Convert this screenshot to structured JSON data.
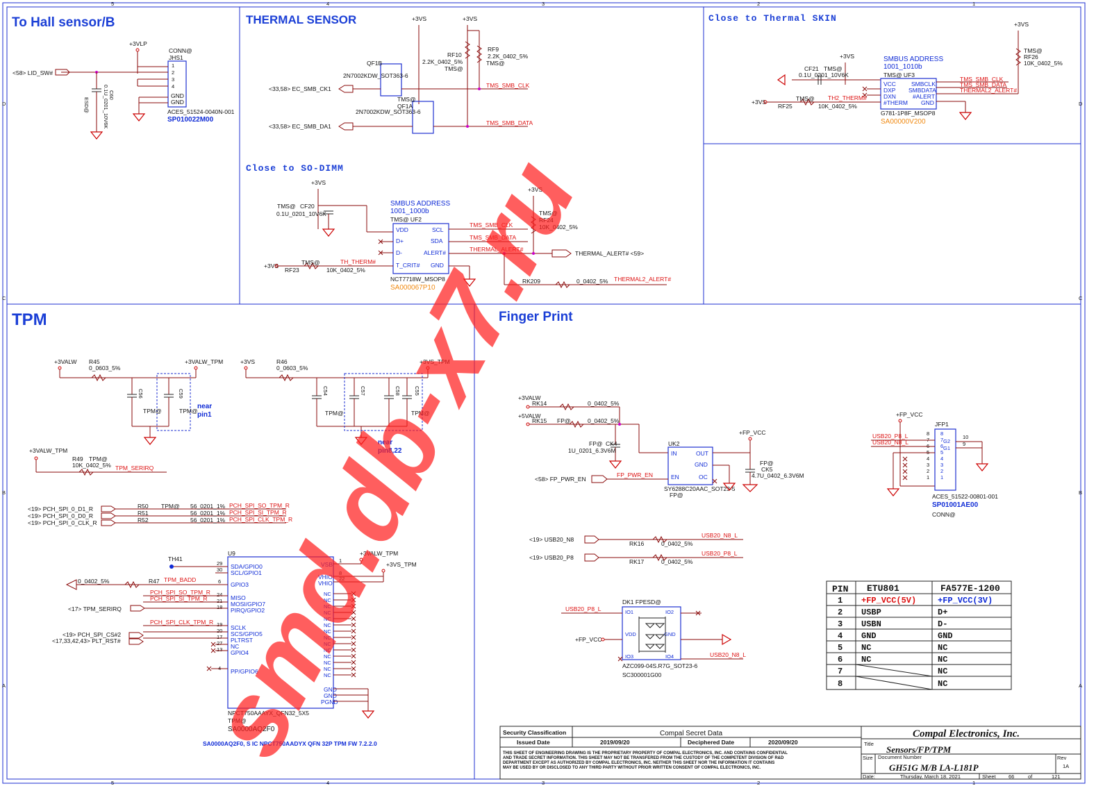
{
  "sections": {
    "hall": "To Hall sensor/B",
    "thermal": "THERMAL SENSOR",
    "skin": "Close to Thermal SKIN",
    "sodimm": "Close to SO-DIMM",
    "tpm": "TPM",
    "fp": "Finger Print"
  },
  "hall": {
    "vlp": "+3VLP",
    "conn": "CONN@",
    "jhs1": "JHS1",
    "net": "<58>  LID_SW#",
    "cap": "C60",
    "capval": "0.1U_0201_10V6K",
    "esd": "ESD@",
    "gnd1": "GND",
    "gnd2": "GND",
    "part": "ACES_51524-0040N-001",
    "pn": "SP010022M00"
  },
  "thermal": {
    "v1": "+3VS",
    "v2": "+3VS",
    "qf1b": "QF1B",
    "qf1a": "QF1A",
    "tms1": "TMS@",
    "tms2": "TMS@",
    "q": "2N7002KDW_SOT363-6",
    "rf10": "RF10",
    "rf10v": "2.2K_0402_5%",
    "rf9": "RF9",
    "rf9v": "2.2K_0402_5%",
    "in1": "<33,58>  EC_SMB_CK1",
    "in2": "<33,58>  EC_SMB_DA1",
    "out1": "TMS_SMB_CLK",
    "out2": "TMS_SMB_DATA"
  },
  "skin": {
    "v1": "+3VS",
    "v2": "+3VS",
    "v3": "+3VS",
    "cf21": "CF21",
    "cf21v": "0.1U_0201_10V6K",
    "tms": "TMS@",
    "addr": "SMBUS ADDRESS",
    "addrv": "1001_1010b",
    "uf3": "TMS@   UF3",
    "pins_l": [
      "VCC",
      "DXP",
      "DXN",
      "#THERM"
    ],
    "pins_r": [
      "SMBCLK",
      "SMBDATA",
      "#ALERT",
      "GND"
    ],
    "nets_r": [
      "TMS_SMB_CLK",
      "TMS_SMB_DATA",
      "THERMAL2_ALERT#"
    ],
    "rf25": "RF25",
    "rf25v": "10K_0402_5%",
    "th2": "TH2_THERM#",
    "rf26": "RF26",
    "rf26v": "10K_0402_5%",
    "part": "G781-1P8F_MSOP8",
    "pn": "SA00000V200"
  },
  "sodimm": {
    "v1": "+3VS",
    "v2": "+3VS",
    "v3": "+3VS",
    "cf20": "CF20",
    "cf20v": "0.1U_0201_10V6K",
    "addr": "SMBUS ADDRESS",
    "addrv": "1001_1000b",
    "uf2": "TMS@   UF2",
    "pins_l": [
      "VDD",
      "D+",
      "D-",
      "T_CRIT#"
    ],
    "pins_r": [
      "SCL",
      "SDA",
      "ALERT#",
      "GND"
    ],
    "nets_r": [
      "TMS_SMB_CLK",
      "TMS_SMB_DATA",
      "THERMAL_ALERT#"
    ],
    "alert_out": "THERMAL_ALERT#  <59>",
    "rf23": "RF23",
    "rf23v": "10K_0402_5%",
    "th": "TH_THERM#",
    "rf24": "RF24",
    "rf24v": "10K_0402_5%",
    "rk209": "RK209",
    "rk209v": "0_0402_5%",
    "th2": "THERMAL2_ALERT#",
    "part": "NCT7718W_MSOP8",
    "pn": "SA000067P10"
  },
  "tpm": {
    "v1": "+3VALW",
    "v2": "+3VALW_TPM",
    "v3": "+3VS",
    "v4": "+3VS_TPM",
    "r45": "R45",
    "r45v": "0_0603_5%",
    "r46": "R46",
    "r46v": "0_0603_5%",
    "caps": [
      "C56",
      "C59",
      "C54",
      "C57",
      "C58",
      "C55"
    ],
    "near1": "near",
    "near1b": "pin1",
    "near2": "near",
    "near2b": "pin8,22",
    "r49": "R49",
    "r49v": "10K_0402_5%",
    "serirq": "TPM_SERIRQ",
    "spi": [
      "<19>  PCH_SPI_0_D1_R",
      "<19>  PCH_SPI_0_D0_R",
      "<19>  PCH_SPI_0_CLK_R"
    ],
    "spi_r": [
      "R50",
      "R51",
      "R52"
    ],
    "spi_v": "56_0201_1%",
    "spi_out": [
      "PCH_SPI_SO_TPM_R",
      "PCH_SPI_SI_TPM_R",
      "PCH_SPI_CLK_TPM_R"
    ],
    "u9": "U9",
    "th41": "TH41",
    "u9_left": [
      "SDA/GPIO0",
      "SCL/GPIO1",
      "GPIO3",
      "MISO",
      "MOSI/GPIO7",
      "PIRQ/GPIO2",
      "SCLK",
      "SCS/GPIO5",
      "PLTRST",
      "NC",
      "GPIO4",
      "PP/GPIO6"
    ],
    "u9_right": [
      "VSB",
      "VHIO",
      "VHIO",
      "NC",
      "GND",
      "GND",
      "PGND"
    ],
    "badd": "TPM_BADD",
    "r47": "R47",
    "r47v": "0_0402_5%",
    "serirq_in": "<17>  TPM_SERIRQ",
    "cs": "<19>  PCH_SPI_CS#2",
    "plt": "<17,33,42,43>  PLT_RST#",
    "part": "NPCT750AAAYX_QFN32_5X5",
    "tms": "TPM@",
    "pn": "SA0000AQ2F0",
    "note": "SA0000AQ2F0, S IC NPCT750AADYX QFN 32P TPM FW 7.2.2.0"
  },
  "fp": {
    "v1": "+3VALW",
    "v2": "+5VALW",
    "v3": "+FP_VCC",
    "v4": "+FP_VCC",
    "rk14": "RK14",
    "rk15": "RK15",
    "rkv": "0_0402_5%",
    "ck4": "CK4",
    "ck4v": "1U_0201_6.3V6M",
    "ck5": "CK5",
    "ck5v": "4.7U_0402_6.3V6M",
    "uk2": "UK2",
    "uk2pins": [
      "IN",
      "OUT",
      "GND",
      "EN",
      "OC"
    ],
    "uk2part": "SY6288C20AAC_SOT23-5",
    "fptag": "FP@",
    "pwr": "<58>  FP_PWR_EN",
    "pwr_net": "FP_PWR_EN",
    "usbn": "<19>  USB20_N8",
    "usbp": "<19>  USB20_P8",
    "rk16": "RK16",
    "rk17": "RK17",
    "usbn_out": "USB20_N8_L",
    "usbp_out": "USB20_P8_L",
    "dk1": "DK1 FPESD@",
    "dk1part": "AZC099-04S.R7G_SOT23-6",
    "dk1pn": "SC300001G00",
    "dk1_net_l": "USB20_P8_L",
    "dk1_vcc": "+FP_VCC",
    "dk1_net_r": "USB20_N8_L",
    "jfp1": "JFP1",
    "jfp_part": "ACES_51522-00801-001",
    "jfp_pn": "SP01001AE00",
    "jfp_conn": "CONN@",
    "jfp_nets": [
      "USB20_P8_L",
      "USB20_N8_L"
    ]
  },
  "pin_table": {
    "headers": [
      "PIN",
      "ETU801",
      "FA577E-1200"
    ],
    "rows": [
      [
        "1",
        "+FP_VCC(5V)",
        "+FP_VCC(3V)"
      ],
      [
        "2",
        "USBP",
        "D+"
      ],
      [
        "3",
        "USBN",
        "D-"
      ],
      [
        "4",
        "GND",
        "GND"
      ],
      [
        "5",
        "NC",
        "NC"
      ],
      [
        "6",
        "NC",
        "NC"
      ],
      [
        "7",
        "",
        "NC"
      ],
      [
        "8",
        "",
        "NC"
      ]
    ]
  },
  "title_block": {
    "sec": "Security Classification",
    "sec_v": "Compal Secret Data",
    "issued": "Issued Date",
    "issued_v": "2019/09/20",
    "decip": "Deciphered Date",
    "decip_v": "2020/09/20",
    "company": "Compal Electronics, Inc.",
    "title_l": "Title",
    "title": "Sensors/FP/TPM",
    "docnum_l": "Document Number",
    "size_l": "Size",
    "rev_l": "Rev",
    "rev": "1A",
    "doc": "GH51G M/B LA-L181P",
    "date_l": "Date:",
    "date": "Thursday, March 18, 2021",
    "sheet_l": "Sheet",
    "sheet": "66",
    "of": "of",
    "total": "121",
    "legal": [
      "THIS SHEET OF ENGINEERING DRAWING IS THE PROPRIETARY PROPERTY OF COMPAL ELECTRONICS, INC. AND CONTAINS CONFIDENTIAL",
      "AND TRADE SECRET INFORMATION. THIS SHEET MAY NOT BE TRANSFERED FROM THE CUSTODY OF THE COMPETENT DIVISION OF R&D",
      "DEPARTMENT EXCEPT AS AUTHORIZED BY COMPAL ELECTRONICS, INC. NEITHER THIS SHEET NOR THE INFORMATION IT CONTAINS",
      "MAY BE USED BY OR DISCLOSED TO ANY THIRD PARTY WITHOUT PRIOR WRITTEN CONSENT OF COMPAL ELECTRONICS, INC."
    ]
  },
  "border": {
    "cols": [
      "5",
      "4",
      "3",
      "2",
      "1"
    ],
    "rows": [
      "D",
      "C",
      "B",
      "A"
    ]
  },
  "watermark": "smd.db-x7.ru"
}
